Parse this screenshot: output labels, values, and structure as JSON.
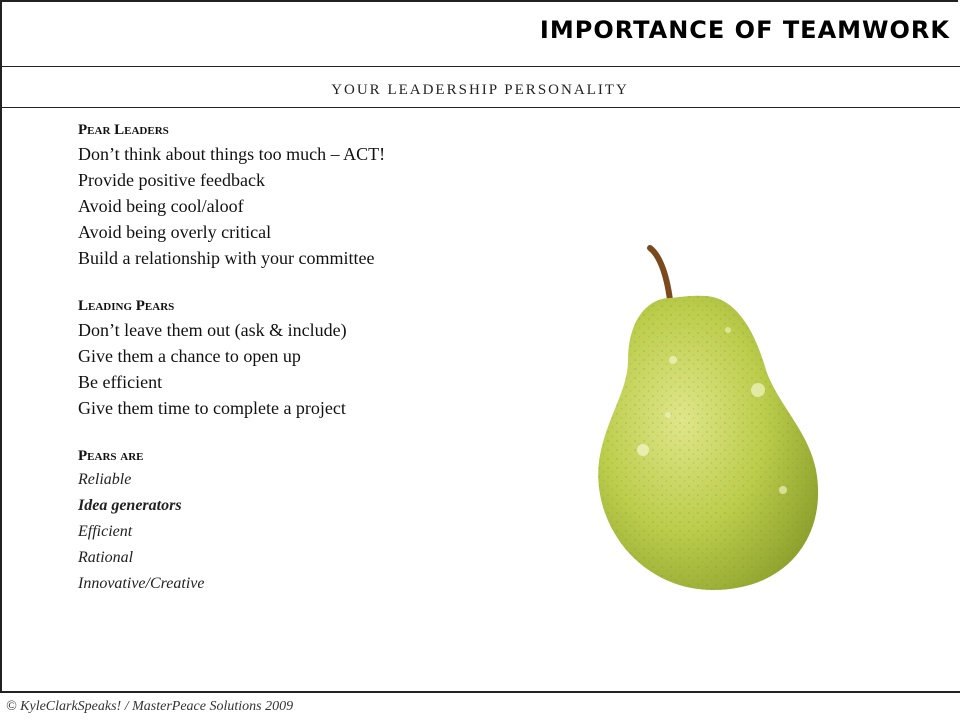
{
  "slide": {
    "title": "IMPORTANCE OF TEAMWORK",
    "subtitle": "YOUR LEADERSHIP PERSONALITY"
  },
  "sections": [
    {
      "heading": "Pear Leaders",
      "items": [
        "Don’t think about things too much – ACT!",
        "Provide positive feedback",
        "Avoid being cool/aloof",
        "Avoid being overly critical",
        "Build a relationship with your committee"
      ]
    },
    {
      "heading": "Leading Pears",
      "items": [
        "Don’t leave them out (ask & include)",
        "Give them a chance to open up",
        "Be efficient",
        "Give them time to complete a project"
      ]
    },
    {
      "heading": "Pears are",
      "items": [
        "Reliable",
        "Idea generators",
        "Efficient",
        "Rational",
        "Innovative/Creative"
      ]
    }
  ],
  "footer": "© KyleClarkSpeaks! / MasterPeace Solutions 2009",
  "colors": {
    "pear_light": "#d8e07a",
    "pear_mid": "#b7c84a",
    "pear_dark": "#8ea230",
    "stem": "#7a4a1e",
    "rule": "#222222"
  },
  "icons": [
    "pear-image"
  ]
}
